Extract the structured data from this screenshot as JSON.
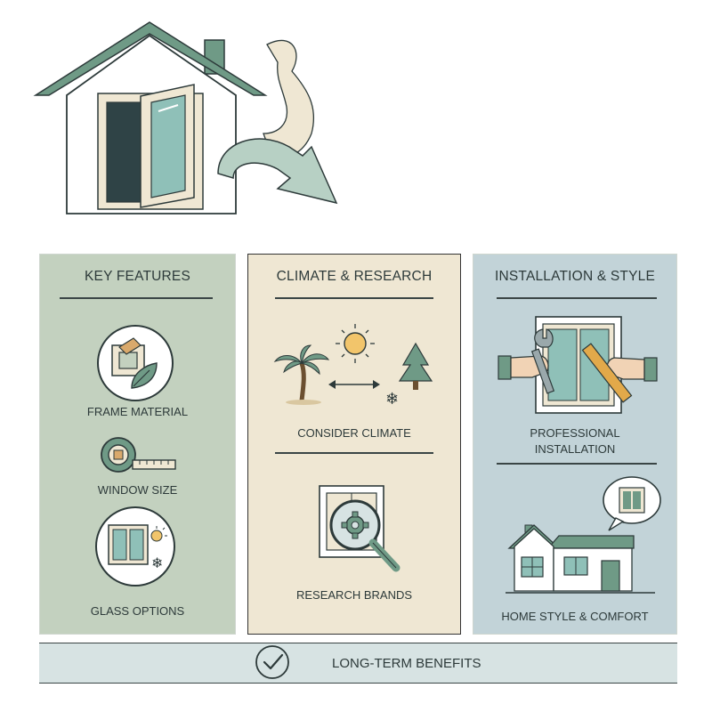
{
  "panels": {
    "features": {
      "title": "KEY FEATURES",
      "items": [
        {
          "label": "FRAME MATERIAL",
          "icon": "frame-material-icon"
        },
        {
          "label": "WINDOW SIZE",
          "icon": "tape-measure-icon"
        },
        {
          "label": "GLASS OPTIONS",
          "icon": "glass-window-icon"
        }
      ]
    },
    "climate": {
      "title": "CLIMATE & RESEARCH",
      "items": [
        {
          "label": "CONSIDER CLIMATE",
          "icon": "climate-icon"
        },
        {
          "label": "RESEARCH BRANDS",
          "icon": "magnifier-gear-icon"
        }
      ]
    },
    "installation": {
      "title": "INSTALLATION & STYLE",
      "items": [
        {
          "label_line1": "PROFESSIONAL",
          "label_line2": "INSTALLATION",
          "icon": "wrench-hands-icon"
        },
        {
          "label": "HOME STYLE & COMFORT",
          "icon": "house-speech-icon"
        }
      ]
    }
  },
  "footer": {
    "label": "LONG-TERM BENEFITS",
    "icon": "check-circle-icon"
  },
  "colors": {
    "green_panel": "#c3d1bf",
    "beige_panel": "#efe7d3",
    "blue_panel": "#c2d3d8",
    "roof_green": "#6f9a86",
    "footer_bg": "#d7e3e3"
  }
}
